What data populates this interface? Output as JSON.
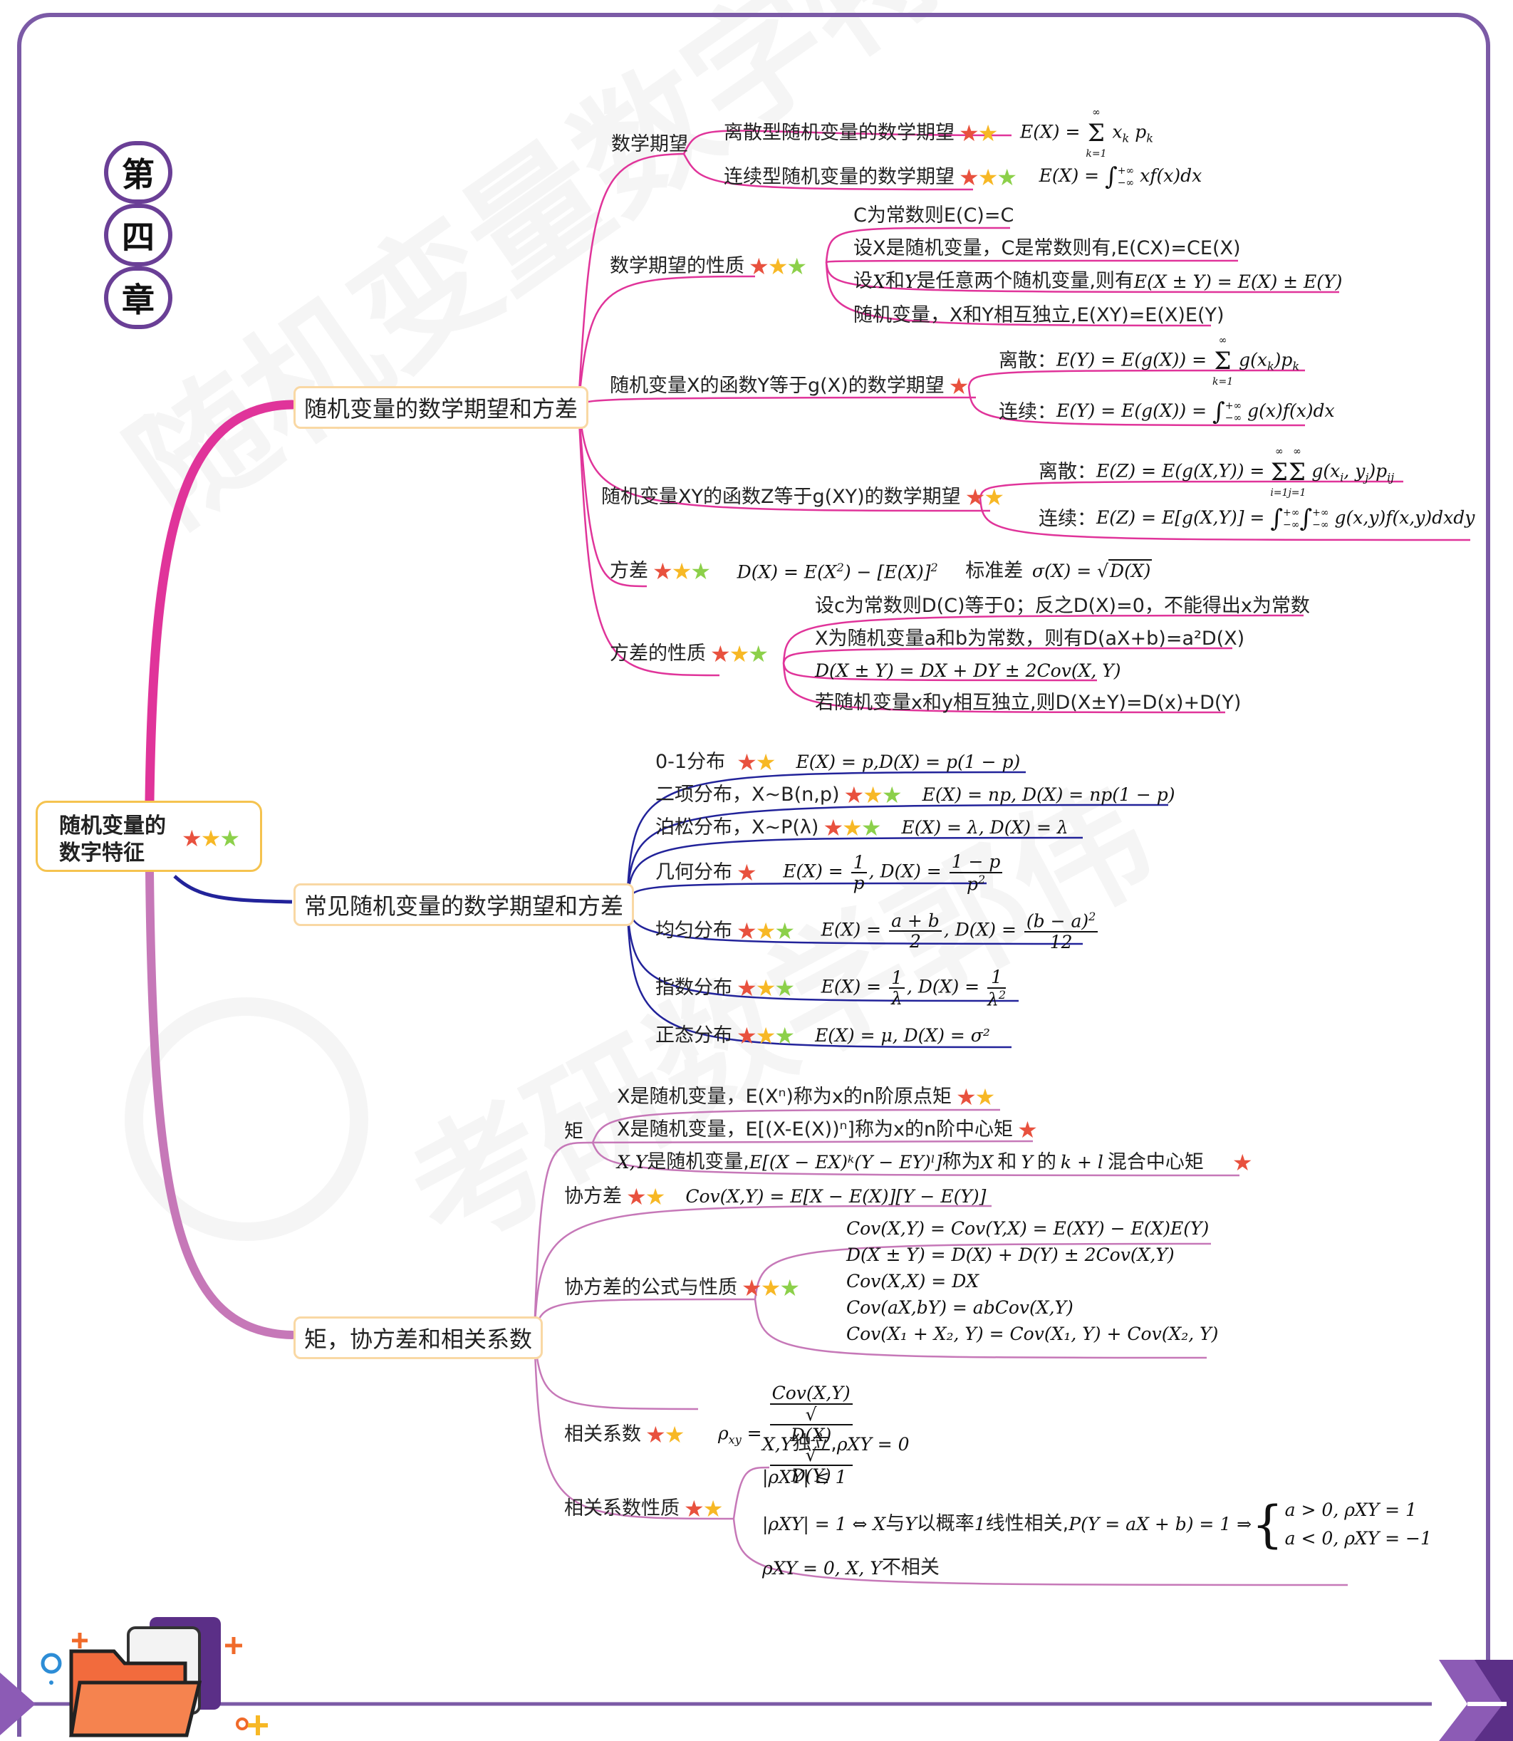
{
  "chapter": [
    "第",
    "四",
    "章"
  ],
  "watermarks": [
    "随机变量数字特",
    "考研数学郭伟"
  ],
  "root": {
    "line1": "随机变量的",
    "line2": "数字特征",
    "stars": 3
  },
  "b1": {
    "label": "随机变量的数学期望和方差",
    "expectation": {
      "label": "数学期望",
      "discrete": {
        "label": "离散型随机变量的数学期望",
        "stars": 2,
        "formula": "E(X) = Σ x_k p_k"
      },
      "continuous": {
        "label": "连续型随机变量的数学期望",
        "stars": 3,
        "formula": "E(X) = ∫ xf(x)dx"
      }
    },
    "exp_props": {
      "label": "数学期望的性质",
      "stars": 3,
      "p1": "C为常数则E(C)=C",
      "p2": "设X是随机变量，C是常数则有,E(CX)=CE(X)",
      "p3a": "设",
      "p3b": "X",
      "p3c": "和",
      "p3d": "Y",
      "p3e": "是任意两个随机变量,则有",
      "p3f": "E(X ± Y) = E(X) ± E(Y)",
      "p4": "随机变量，X和Y相互独立,E(XY)=E(X)E(Y)"
    },
    "func_y": {
      "label": "随机变量X的函数Y等于g(X)的数学期望",
      "stars": 1,
      "d_label": "离散：",
      "d_formula": "E(Y) = E(g(X)) = Σ g(x_k)p_k",
      "c_label": "连续：",
      "c_formula": "E(Y) = E(g(X)) = ∫ g(x)f(x)dx"
    },
    "func_z": {
      "label": "随机变量XY的函数Z等于g(XY)的数学期望",
      "stars": 2,
      "d_label": "离散：",
      "d_formula": "E(Z) = E(g(X,Y)) = ΣΣ g(x_i,y_j)p_ij",
      "c_label": "连续：",
      "c_formula": "E(Z) = E[g(X,Y)] = ∫∫ g(x,y)f(x,y)dxdy"
    },
    "variance": {
      "label": "方差",
      "stars": 3,
      "formula": "D(X) = E(X²) − [E(X)]²",
      "std_label": "标准差",
      "std_formula": "σ(X) = √D(X)"
    },
    "var_props": {
      "label": "方差的性质",
      "stars": 3,
      "p1": "设c为常数则D(C)等于0；反之D(X)=0，不能得出x为常数",
      "p2": "X为随机变量a和b为常数，则有D(aX+b)=a²D(X)",
      "p3": "D(X ± Y) = DX + DY ± 2Cov(X, Y)",
      "p4": "若随机变量x和y相互独立,则D(X±Y)=D(x)+D(Y)"
    }
  },
  "b2": {
    "label": "常见随机变量的数学期望和方差",
    "d01": {
      "label": "0-1分布",
      "stars": 2,
      "formula": "E(X) = p,D(X) = p(1 − p)"
    },
    "binom": {
      "label": "二项分布，X~B(n,p)",
      "stars": 3,
      "formula": "E(X) = np, D(X) = np(1 − p)"
    },
    "poisson": {
      "label": "泊松分布，X~P(λ)",
      "stars": 3,
      "formula": "E(X) = λ, D(X) = λ"
    },
    "geom": {
      "label": "几何分布",
      "stars": 1,
      "formula": "E(X) = 1/p, D(X) = (1−p)/p²"
    },
    "uniform": {
      "label": "均匀分布",
      "stars": 3,
      "formula": "E(X) = (a+b)/2, D(X) = (b−a)²/12"
    },
    "expo": {
      "label": "指数分布",
      "stars": 3,
      "formula": "E(X) = 1/λ, D(X) = 1/λ²"
    },
    "normal": {
      "label": "正态分布",
      "stars": 3,
      "formula": "E(X) = μ, D(X) = σ²"
    }
  },
  "b3": {
    "label": "矩，协方差和相关系数",
    "moment": {
      "label": "矩",
      "m1": "X是随机变量，E(Xⁿ)称为x的n阶原点矩",
      "m1_stars": 2,
      "m2": "X是随机变量，E[(X-E(X))ⁿ]称为x的n阶中心矩",
      "m2_stars": 1,
      "m3a": "X,Y",
      "m3b": "是随机变量,",
      "m3c": "E[(X − EX)ᵏ(Y − EY)ˡ]",
      "m3d": "称为",
      "m3e": "X",
      "m3f": "和",
      "m3g": "Y",
      "m3h": "的",
      "m3i": "k + l",
      "m3j": "混合中心矩",
      "m3_stars": 1
    },
    "cov": {
      "label": "协方差",
      "stars": 2,
      "formula": "Cov(X,Y) = E[X − E(X)][Y − E(Y)]"
    },
    "cov_props": {
      "label": "协方差的公式与性质",
      "stars": 3,
      "f1": "Cov(X,Y) = Cov(Y,X) = E(XY) − E(X)E(Y)",
      "f2": "D(X ± Y) = D(X) + D(Y) ± 2Cov(X,Y)",
      "f3": "Cov(X,X) = DX",
      "f4": "Cov(aX,bY) = abCov(X,Y)",
      "f5": "Cov(X₁ + X₂, Y) = Cov(X₁, Y) + Cov(X₂, Y)"
    },
    "corr": {
      "label": "相关系数",
      "stars": 2,
      "formula": "ρxy = Cov(X,Y)/(√D(X)√D(Y))"
    },
    "corr_props": {
      "label": "相关系数性质",
      "stars": 2,
      "q1a": "X,Y",
      "q1b": "独立,",
      "q1c": "ρXY = 0",
      "q2": "|ρXY| ≤ 1",
      "q3a": "|ρXY| = 1 ⇔ X",
      "q3b": "与",
      "q3c": "Y",
      "q3d": "以概率",
      "q3e": "1",
      "q3f": "线性相关,",
      "q3g": "P(Y = aX + b) = 1 ⇒",
      "q3h": "a > 0, ρXY = 1",
      "q3i": "a < 0, ρXY = −1",
      "q4a": "ρXY = 0, X, Y",
      "q4b": "不相关"
    }
  },
  "colors": {
    "frame": "#7b5aa6",
    "b1": "#e0349a",
    "b2": "#22239a",
    "b3": "#c678b8",
    "star_red": "#e8513e",
    "star_orange": "#f7b825",
    "star_green": "#8cd04a"
  }
}
